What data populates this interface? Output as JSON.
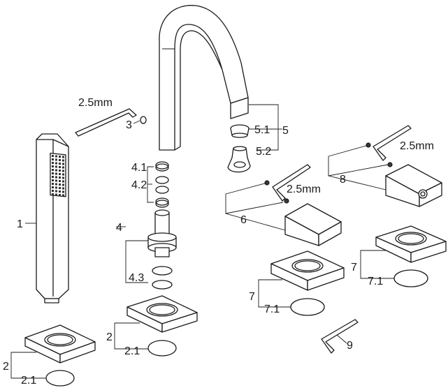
{
  "labels": {
    "p1": "1",
    "p2a": "2",
    "p2_1a": "2.1",
    "p2b": "2",
    "p2_1b": "2.1",
    "p3": "3",
    "p4": "4",
    "p4_1": "4.1",
    "p4_2": "4.2",
    "p4_3": "4.3",
    "p5": "5",
    "p5_1": "5.1",
    "p5_2": "5.2",
    "p6": "6",
    "p7a": "7",
    "p7_1a": "7.1",
    "p7b": "7",
    "p7_1b": "7.1",
    "p8": "8",
    "p9": "9",
    "key_a": "2.5mm",
    "key_b": "2.5mm",
    "key_c": "2.5mm"
  }
}
